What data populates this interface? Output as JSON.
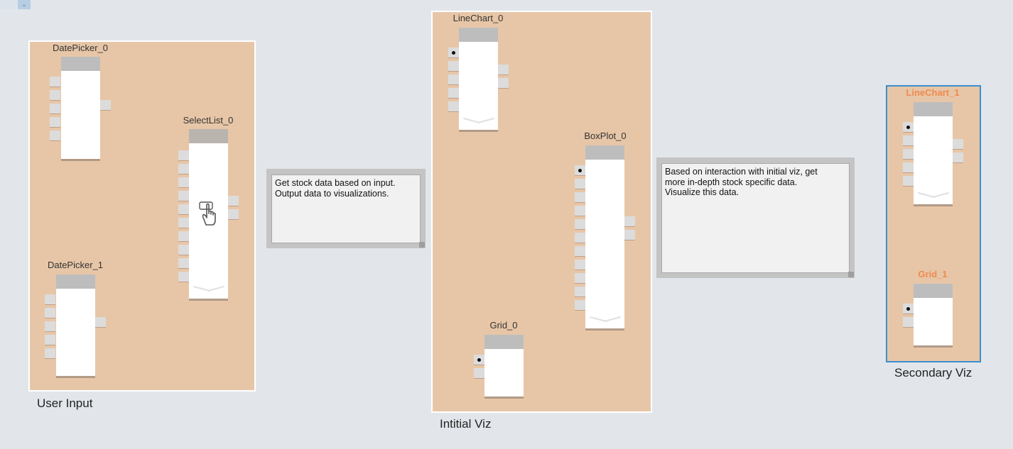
{
  "groups": {
    "user_input": {
      "label": "User Input"
    },
    "initial_viz": {
      "label": "Intitial Viz"
    },
    "secondary_viz": {
      "label": "Secondary Viz"
    }
  },
  "nodes": {
    "datepicker_0": {
      "title": "DatePicker_0"
    },
    "datepicker_1": {
      "title": "DatePicker_1"
    },
    "selectlist_0": {
      "title": "SelectList_0"
    },
    "linechart_0": {
      "title": "LineChart_0"
    },
    "boxplot_0": {
      "title": "BoxPlot_0"
    },
    "grid_0": {
      "title": "Grid_0"
    },
    "linechart_1": {
      "title": "LineChart_1"
    },
    "grid_1": {
      "title": "Grid_1"
    }
  },
  "notes": {
    "note_1": {
      "text_line1": "Get stock data based on input.",
      "text_line2": "Output data to visualizations."
    },
    "note_2": {
      "text_line1": "Based on interaction with initial viz, get",
      "text_line2": "more in-depth stock specific data.",
      "text_line3": "Visualize this data."
    }
  },
  "colors": {
    "group_fill": "#e7c6a7",
    "selected_border": "#3b8fd0",
    "accent_title": "#ef8a4f"
  },
  "icons": {
    "hand": "hand-pointer-icon",
    "expand": "chevron-down-icon"
  }
}
